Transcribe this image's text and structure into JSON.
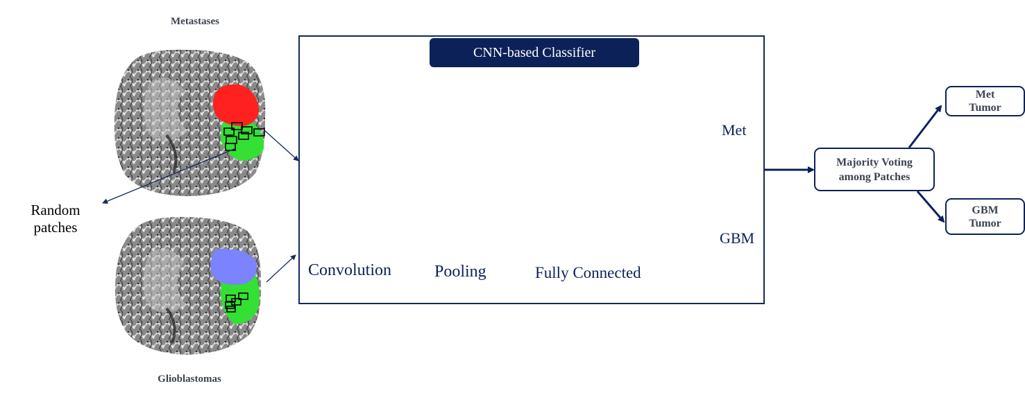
{
  "brains": {
    "top_title": "Metastases",
    "bottom_title": "Glioblastomas",
    "patch_label": "Random\npatches"
  },
  "classifier": {
    "title": "CNN-based Classifier",
    "stages": [
      "Convolution",
      "Pooling",
      "Fully Connected"
    ],
    "outputs": [
      "Met",
      "GBM"
    ]
  },
  "voting": {
    "label": "Majority Voting\namong Patches"
  },
  "results": [
    "Met\nTumor",
    "GBM\nTumor"
  ],
  "colors": {
    "navy": "#0c2158",
    "metastasis_region": "#ff2020",
    "glioblastoma_region": "#7b83ff",
    "edema_region": "#33e033",
    "text_gray": "#3b4250"
  }
}
